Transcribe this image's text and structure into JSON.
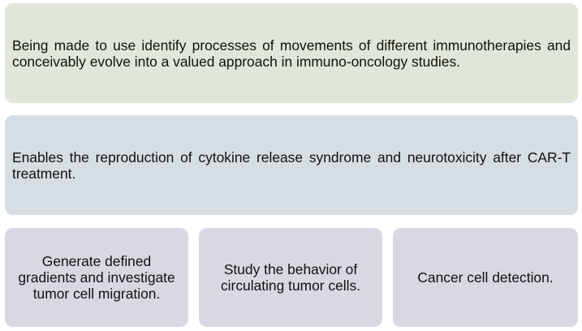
{
  "diagram": {
    "top_box": {
      "text": "Being made to use identify processes of movements of different immunotherapies and conceivably evolve into a valued approach in immuno-oncology studies.",
      "color": "#e1e7d8"
    },
    "middle_box": {
      "text": "Enables the reproduction of cytokine release syndrome and neurotoxicity after CAR-T treatment.",
      "color": "#d6dde3"
    },
    "bottom_boxes": [
      {
        "text": "Generate defined gradients and investigate tumor cell migration.",
        "color": "#dbd7e2"
      },
      {
        "text": "Study the behavior of circulating tumor cells.",
        "color": "#dbd7e2"
      },
      {
        "text": "Cancer cell detection.",
        "color": "#dbd7e2"
      }
    ]
  }
}
